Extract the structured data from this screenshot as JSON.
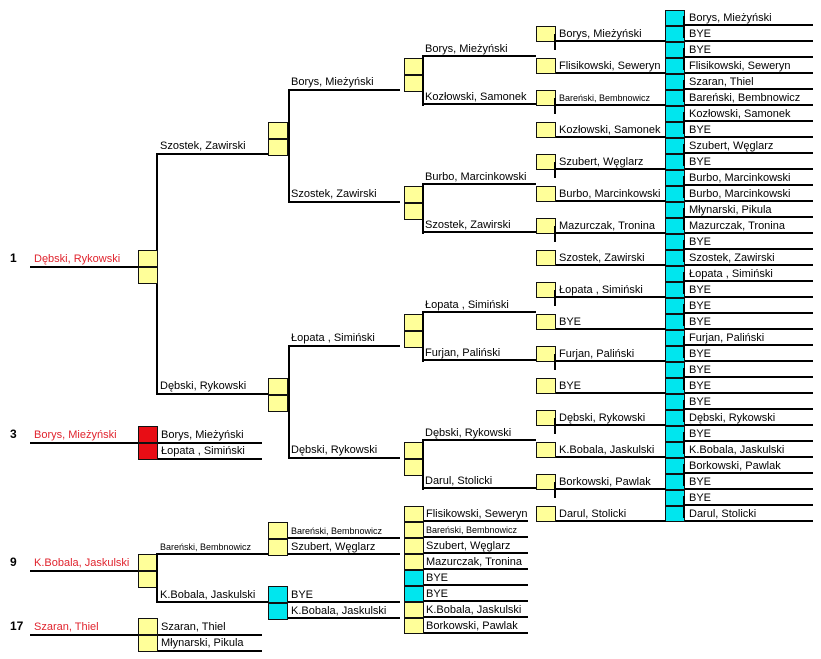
{
  "seeds": [
    {
      "num": "1",
      "name": "Dębski, Rykowski"
    },
    {
      "num": "3",
      "name": "Borys, Mieżyński"
    },
    {
      "num": "9",
      "name": "K.Bobala, Jaskulski"
    },
    {
      "num": "17",
      "name": "Szaran, Thiel"
    }
  ],
  "r1": [
    "Borys, Mieżyński",
    "BYE",
    "BYE",
    "Flisikowski, Seweryn",
    "Szaran, Thiel",
    "Bareński, Bembnowicz",
    "Kozłowski, Samonek",
    "BYE",
    "Szubert, Węglarz",
    "BYE",
    "Burbo, Marcinkowski",
    "Burbo, Marcinkowski",
    "Młynarski, Pikula",
    "Mazurczak, Tronina",
    "BYE",
    "Szostek, Zawirski",
    "Łopata , Simiński",
    "BYE",
    "BYE",
    "BYE",
    "Furjan, Paliński",
    "BYE",
    "BYE",
    "BYE",
    "BYE",
    "Dębski, Rykowski",
    "BYE",
    "K.Bobala, Jaskulski",
    "Borkowski, Pawlak",
    "BYE",
    "BYE",
    "Darul, Stolicki"
  ],
  "r2": [
    "Borys, Mieżyński",
    "Flisikowski, Seweryn",
    "Bareński, Bembnowicz",
    "Kozłowski, Samonek",
    "Szubert, Węglarz",
    "Burbo, Marcinkowski",
    "Mazurczak, Tronina",
    "Szostek, Zawirski",
    "Łopata , Simiński",
    "BYE",
    "Furjan, Paliński",
    "BYE",
    "Dębski, Rykowski",
    "K.Bobala, Jaskulski",
    "Borkowski, Pawlak",
    "Darul, Stolicki"
  ],
  "r3": [
    "Borys, Mieżyński",
    "Kozłowski, Samonek",
    "Burbo, Marcinkowski",
    "Szostek, Zawirski",
    "Łopata , Simiński",
    "Furjan, Paliński",
    "Dębski, Rykowski",
    "Darul, Stolicki"
  ],
  "r4": [
    "Borys, Mieżyński",
    "Szostek, Zawirski",
    "Łopata , Simiński",
    "Dębski, Rykowski"
  ],
  "r5": [
    "Szostek, Zawirski",
    "Dębski, Rykowski"
  ],
  "semi2": [
    "Borys, Mieżyński",
    "Łopata , Simiński"
  ],
  "loser_r1": [
    "Flisikowski, Seweryn",
    "Bareński, Bembnowicz",
    "Szubert, Węglarz",
    "Mazurczak, Tronina",
    "BYE",
    "BYE",
    "K.Bobala, Jaskulski",
    "Borkowski, Pawlak"
  ],
  "loser_r2": [
    "Bareński, Bembnowicz",
    "Szubert, Węglarz",
    "BYE",
    "K.Bobala, Jaskulski"
  ],
  "loser_r3": [
    "Bareński, Bembnowicz",
    "K.Bobala, Jaskulski"
  ],
  "loser_final": [
    "Szaran, Thiel",
    "Młynarski, Pikula"
  ]
}
